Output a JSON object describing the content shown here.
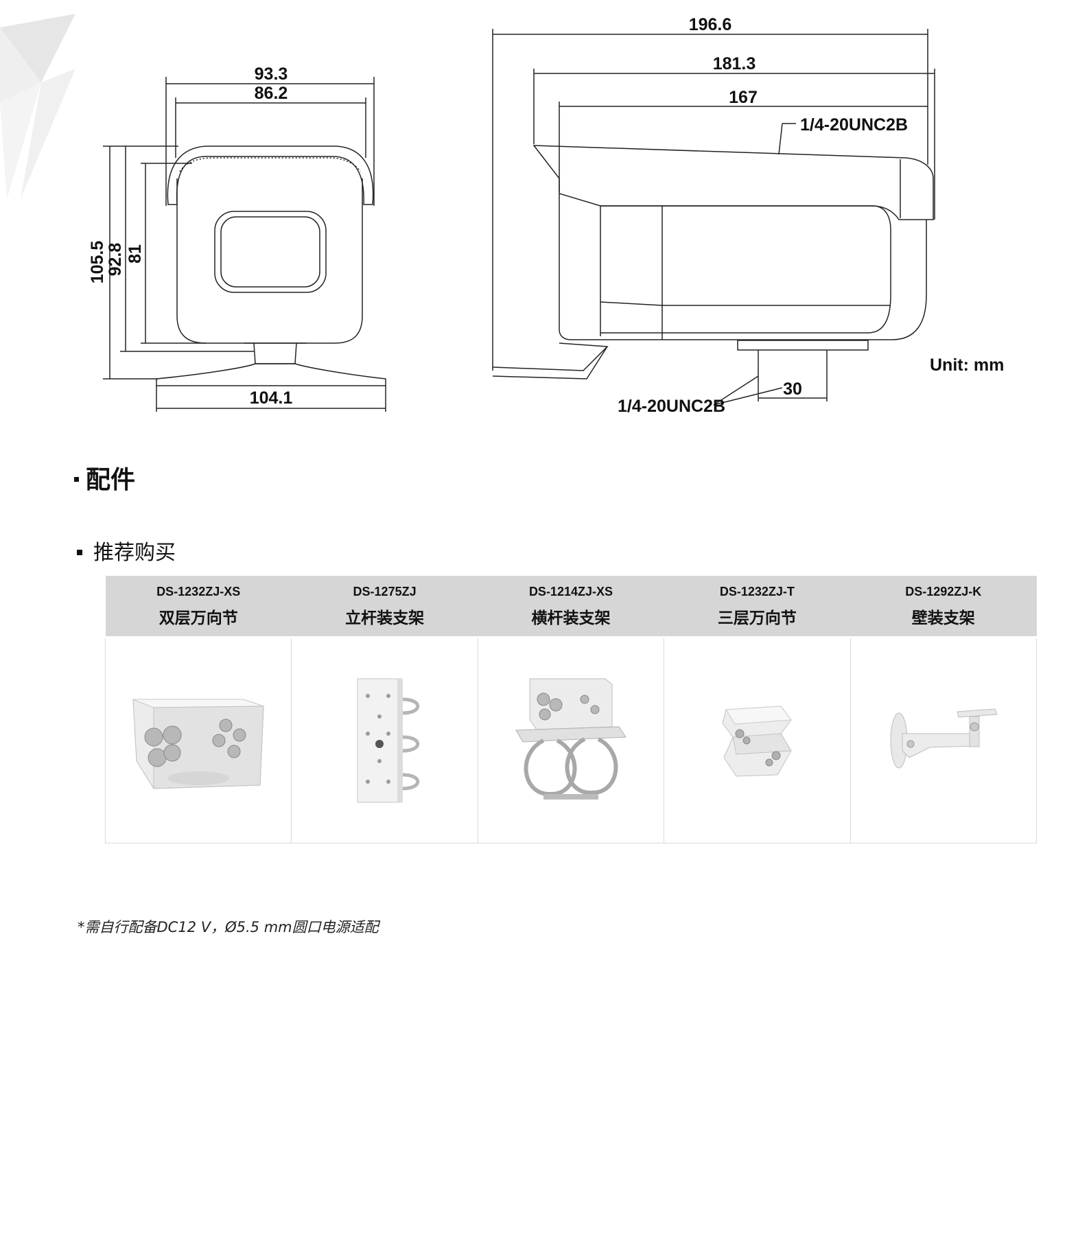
{
  "drawing": {
    "front_view": {
      "width_top_outer": "93.3",
      "width_top_inner": "86.2",
      "height_total": "105.5",
      "height_mid": "92.8",
      "height_body": "81",
      "base_width": "104.1"
    },
    "side_view": {
      "length_total": "196.6",
      "length_mid": "181.3",
      "length_body": "167",
      "thread_top": "1/4-20UNC2B",
      "thread_bottom": "1/4-20UNC2B",
      "mount_width": "30",
      "unit": "Unit: mm"
    }
  },
  "section": {
    "title": "配件",
    "subtitle": "推荐购买"
  },
  "accessories": [
    {
      "model": "DS-1232ZJ-XS",
      "name": "双层万向节",
      "icon": "double-layer-joint-image"
    },
    {
      "model": "DS-1275ZJ",
      "name": "立杆装支架",
      "icon": "pole-mount-bracket-image"
    },
    {
      "model": "DS-1214ZJ-XS",
      "name": "横杆装支架",
      "icon": "horizontal-pole-bracket-image"
    },
    {
      "model": "DS-1232ZJ-T",
      "name": "三层万向节",
      "icon": "triple-layer-joint-image"
    },
    {
      "model": "DS-1292ZJ-K",
      "name": "壁装支架",
      "icon": "wall-mount-bracket-image"
    }
  ],
  "footnote": "*需自行配备DC12 V，Ø5.5 mm圆口电源适配"
}
